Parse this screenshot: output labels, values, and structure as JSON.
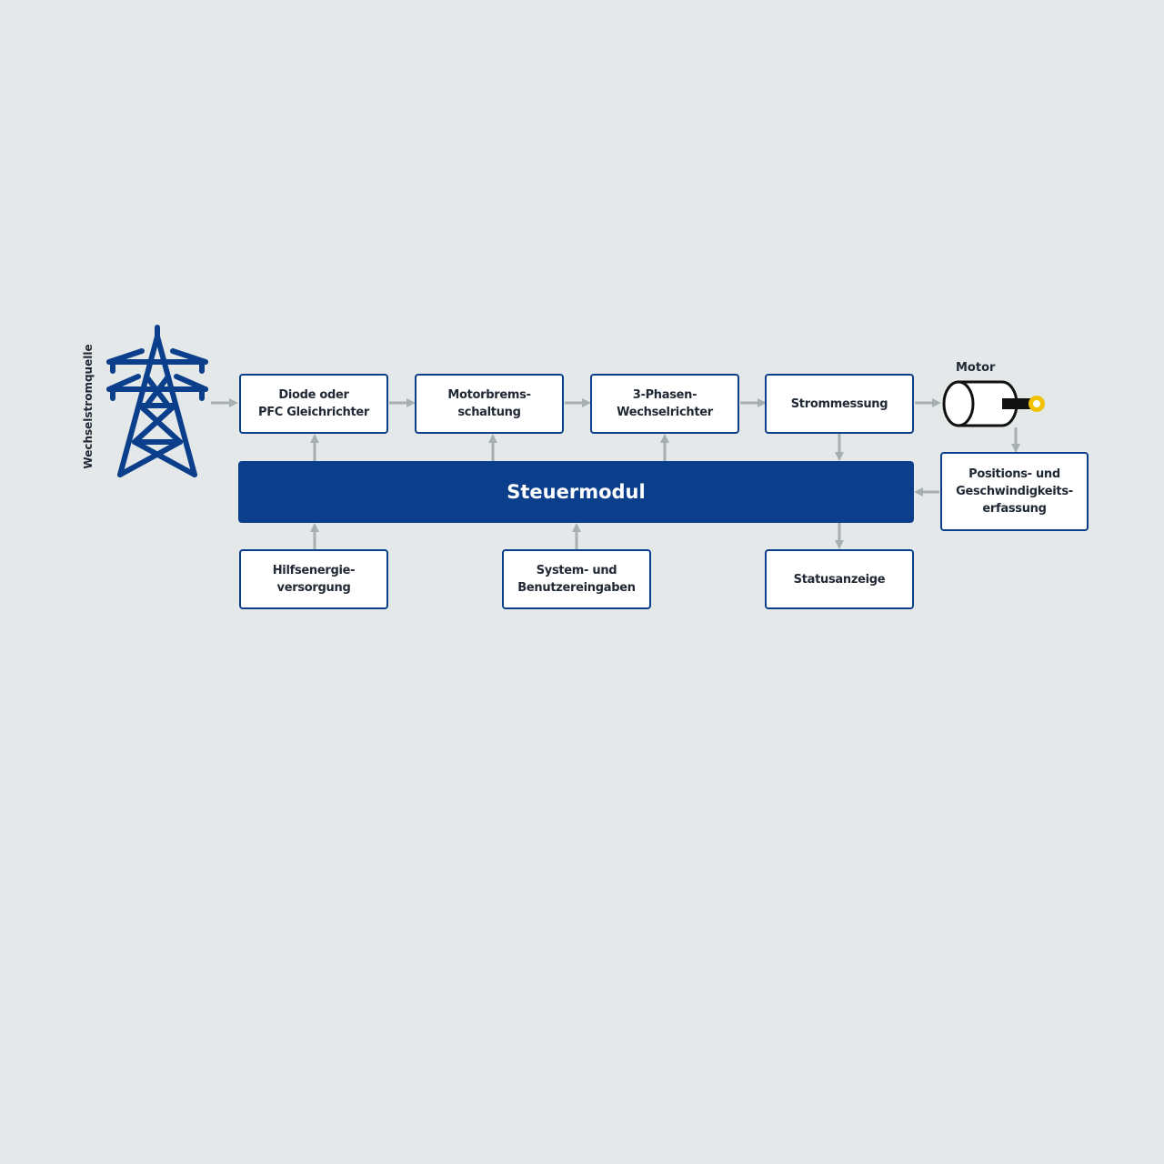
{
  "source": {
    "label": "Wechselstromquelle",
    "icon": "power-tower-icon"
  },
  "motor": {
    "label": "Motor",
    "icon": "motor-icon"
  },
  "blocks": {
    "rectifier": "Diode oder\nPFC Gleichrichter",
    "brake": "Motorbrems-\nschaltung",
    "inverter": "3-Phasen-\nWechselrichter",
    "current": "Strommessung",
    "position": "Positions- und\nGeschwindigkeits-\nerfassung",
    "control": "Steuermodul",
    "aux": "Hilfsenergie-\nversorgung",
    "inputs": "System- und\nBenutzereingaben",
    "status": "Statusanzeige"
  },
  "colors": {
    "primary": "#0b3f8c",
    "arrow": "#a7afaf",
    "background": "#e4e8e9",
    "motor_shaft_accent": "#f2c200"
  }
}
